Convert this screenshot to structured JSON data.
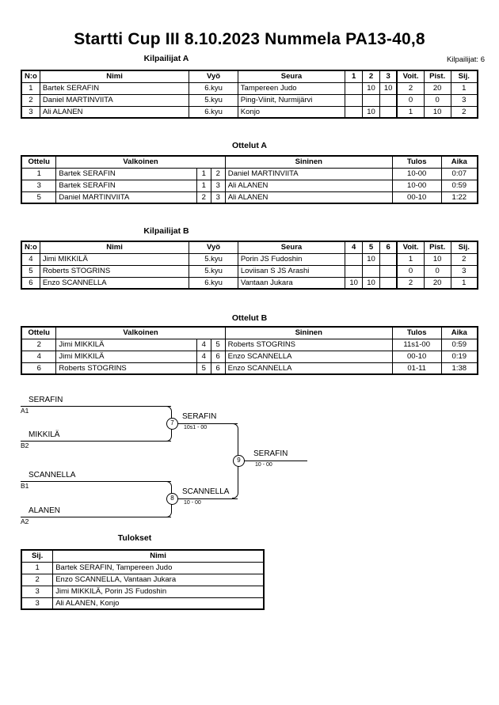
{
  "header": {
    "title": "Startti Cup III  8.10.2023  Nummela   PA13-40,8",
    "competitor_count_label": "Kilpailijat: 6"
  },
  "sections": {
    "pool_a_caption": "Kilpailijat A",
    "matches_a_caption": "Ottelut A",
    "pool_b_caption": "Kilpailijat B",
    "matches_b_caption": "Ottelut B",
    "results_caption": "Tulokset"
  },
  "pool_table_headers": {
    "no": "N:o",
    "name": "Nimi",
    "belt": "Vyö",
    "club": "Seura",
    "wins": "Voit.",
    "points": "Pist.",
    "rank": "Sij."
  },
  "pool_a": {
    "opponent_columns": [
      "1",
      "2",
      "3"
    ],
    "rows": [
      {
        "no": "1",
        "name": "Bartek SERAFIN",
        "belt": "6.kyu",
        "club": "Tampereen Judo",
        "scores": [
          "",
          "10",
          "10"
        ],
        "wins": "2",
        "points": "20",
        "rank": "1"
      },
      {
        "no": "2",
        "name": "Daniel MARTINVIITA",
        "belt": "5.kyu",
        "club": "Ping-Viinit, Nurmijärvi",
        "scores": [
          "",
          "",
          ""
        ],
        "wins": "0",
        "points": "0",
        "rank": "3"
      },
      {
        "no": "3",
        "name": "Ali ALANEN",
        "belt": "6.kyu",
        "club": "Konjo",
        "scores": [
          "",
          "10",
          ""
        ],
        "wins": "1",
        "points": "10",
        "rank": "2"
      }
    ]
  },
  "pool_b": {
    "opponent_columns": [
      "4",
      "5",
      "6"
    ],
    "rows": [
      {
        "no": "4",
        "name": "Jimi MIKKILÄ",
        "belt": "5.kyu",
        "club": "Porin JS Fudoshin",
        "scores": [
          "",
          "10",
          ""
        ],
        "wins": "1",
        "points": "10",
        "rank": "2"
      },
      {
        "no": "5",
        "name": "Roberts STOGRINS",
        "belt": "5.kyu",
        "club": "Loviisan S JS Arashi",
        "scores": [
          "",
          "",
          ""
        ],
        "wins": "0",
        "points": "0",
        "rank": "3"
      },
      {
        "no": "6",
        "name": "Enzo SCANNELLA",
        "belt": "6.kyu",
        "club": "Vantaan Jukara",
        "scores": [
          "10",
          "10",
          ""
        ],
        "wins": "2",
        "points": "20",
        "rank": "1"
      }
    ]
  },
  "match_table_headers": {
    "match": "Ottelu",
    "white": "Valkoinen",
    "blue": "Sininen",
    "result": "Tulos",
    "time": "Aika"
  },
  "matches_a": [
    {
      "match": "1",
      "white": "Bartek SERAFIN",
      "white_no": "1",
      "blue_no": "2",
      "blue": "Daniel MARTINVIITA",
      "result": "10-00",
      "time": "0:07"
    },
    {
      "match": "3",
      "white": "Bartek SERAFIN",
      "white_no": "1",
      "blue_no": "3",
      "blue": "Ali ALANEN",
      "result": "10-00",
      "time": "0:59"
    },
    {
      "match": "5",
      "white": "Daniel MARTINVIITA",
      "white_no": "2",
      "blue_no": "3",
      "blue": "Ali ALANEN",
      "result": "00-10",
      "time": "1:22"
    }
  ],
  "matches_b": [
    {
      "match": "2",
      "white": "Jimi MIKKILÄ",
      "white_no": "4",
      "blue_no": "5",
      "blue": "Roberts STOGRINS",
      "result": "11s1-00",
      "time": "0:59"
    },
    {
      "match": "4",
      "white": "Jimi MIKKILÄ",
      "white_no": "4",
      "blue_no": "6",
      "blue": "Enzo SCANNELLA",
      "result": "00-10",
      "time": "0:19"
    },
    {
      "match": "6",
      "white": "Roberts STOGRINS",
      "white_no": "5",
      "blue_no": "6",
      "blue": "Enzo SCANNELLA",
      "result": "01-11",
      "time": "1:38"
    }
  ],
  "bracket": {
    "entries": [
      {
        "name": "SERAFIN",
        "seed": "A1"
      },
      {
        "name": "MIKKILÄ",
        "seed": "B2"
      },
      {
        "name": "SCANNELLA",
        "seed": "B1"
      },
      {
        "name": "ALANEN",
        "seed": "A2"
      }
    ],
    "semifinal_top": {
      "node": "7",
      "winner": "SERAFIN",
      "score": "10s1 - 00"
    },
    "semifinal_bottom": {
      "node": "8",
      "winner": "SCANNELLA",
      "score": "10 - 00"
    },
    "final": {
      "node": "9",
      "winner": "SERAFIN",
      "score": "10 - 00"
    }
  },
  "results_table_headers": {
    "rank": "Sij.",
    "name": "Nimi"
  },
  "results": [
    {
      "rank": "1",
      "name": "Bartek SERAFIN, Tampereen Judo"
    },
    {
      "rank": "2",
      "name": "Enzo SCANNELLA, Vantaan Jukara"
    },
    {
      "rank": "3",
      "name": "Jimi MIKKILÄ, Porin JS Fudoshin"
    },
    {
      "rank": "3",
      "name": "Ali ALANEN, Konjo"
    }
  ]
}
